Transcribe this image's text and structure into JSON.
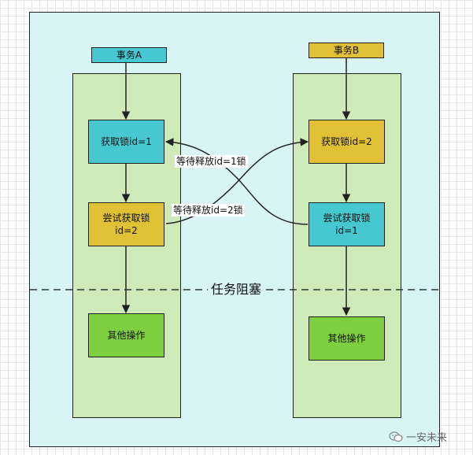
{
  "transaction_a": {
    "header": "事务A",
    "step1": "获取锁id=1",
    "step2_line1": "尝试获取锁",
    "step2_line2": "id=2",
    "step3": "其他操作"
  },
  "transaction_b": {
    "header": "事务B",
    "step1": "获取锁id=2",
    "step2_line1": "尝试获取锁",
    "step2_line2": "id=1",
    "step3": "其他操作"
  },
  "edge_labels": {
    "wait_id1": "等待释放id=1锁",
    "wait_id2": "等待释放id=2锁"
  },
  "blocked_label": "任务阻塞",
  "watermark": "一安未来",
  "colors": {
    "cyan": "#47c8d0",
    "yellow": "#e0c035",
    "green": "#7ecf3f",
    "lane": "#cdeab8",
    "container": "#d9f4f4"
  }
}
